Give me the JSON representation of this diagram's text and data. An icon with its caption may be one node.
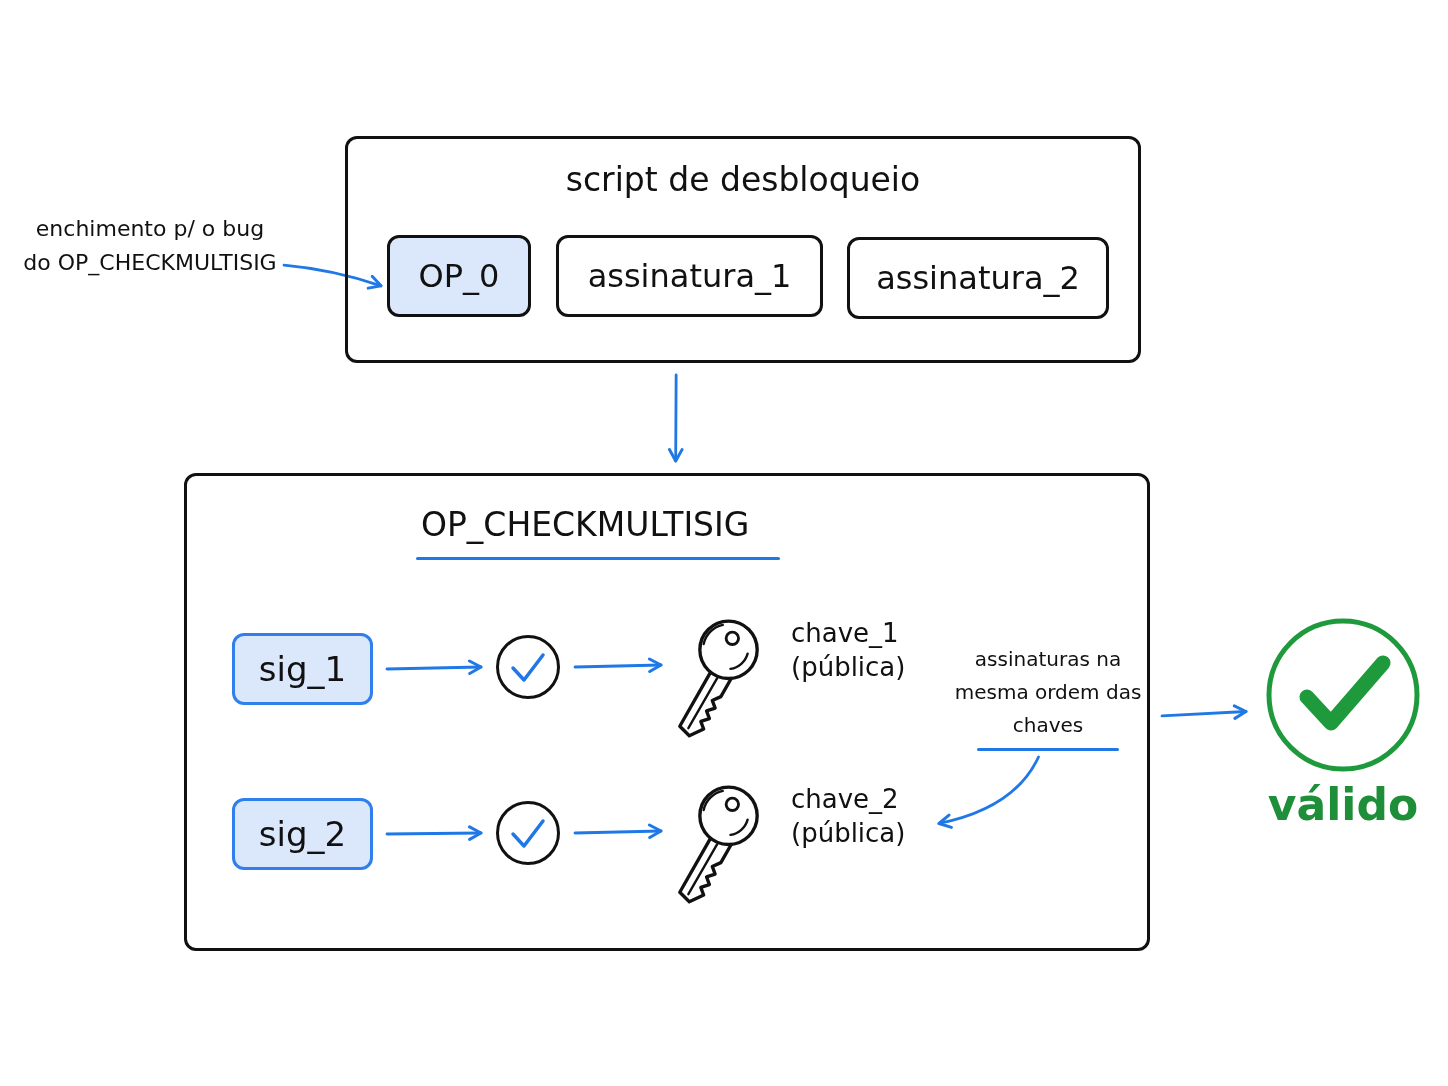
{
  "diagram": {
    "nodes": [
      {
        "text": [
          "script de desbloqueio"
        ]
      },
      {
        "text": [
          "OP_0"
        ],
        "in": 0
      },
      {
        "text": [
          "assinatura_1"
        ],
        "in": 0
      },
      {
        "text": [
          "assinatura_2"
        ],
        "in": 0
      },
      {
        "text": [
          "enchimento p/ o bug do OP_CHECKMULTISIG"
        ]
      },
      {
        "text": [
          "OP_CHECKMULTISIG"
        ]
      },
      {
        "text": [
          "sig_1"
        ],
        "in": 5
      },
      {
        "text": [],
        "shape": "circle",
        "in": 5
      },
      {
        "text": [],
        "shape": "picture",
        "beside": [
          "chave_1 (pública)"
        ],
        "in": 5
      },
      {
        "text": [
          "sig_2"
        ],
        "in": 5
      },
      {
        "text": [],
        "shape": "circle",
        "in": 5
      },
      {
        "text": [],
        "shape": "picture",
        "beside": [
          "chave_2 (pública)"
        ],
        "in": 5
      },
      {
        "text": [
          "assinaturas na mesma ordem das chaves"
        ],
        "in": 5
      },
      {
        "text": [
          "válido"
        ]
      }
    ],
    "edges": [
      {
        "from": 4,
        "to": 1,
        "arrow": "to"
      },
      {
        "from": 0,
        "to": 5,
        "arrow": "to"
      },
      {
        "from": 6,
        "to": 7,
        "arrow": "to"
      },
      {
        "from": 7,
        "to": 8,
        "arrow": "to"
      },
      {
        "from": 9,
        "to": 10,
        "arrow": "to"
      },
      {
        "from": 10,
        "to": 11,
        "arrow": "to"
      },
      {
        "from": 12,
        "to": 11,
        "arrow": "to"
      },
      {
        "from": 5,
        "to": 13,
        "arrow": "to"
      }
    ]
  }
}
